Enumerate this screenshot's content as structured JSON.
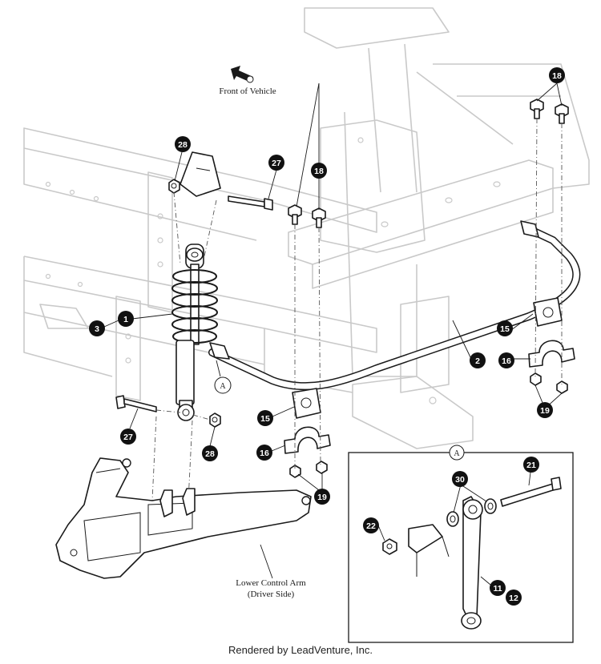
{
  "labels": {
    "front_of_vehicle": "Front of Vehicle",
    "lower_control_arm_line1": "Lower Control Arm",
    "lower_control_arm_line2": "(Driver Side)"
  },
  "detail_view": {
    "letter": "A"
  },
  "callouts": [
    "1",
    "2",
    "3",
    "11",
    "12",
    "15",
    "15",
    "16",
    "16",
    "18",
    "18",
    "18",
    "19",
    "19",
    "21",
    "22",
    "27",
    "27",
    "28",
    "28",
    "30"
  ],
  "footer": "Rendered by LeadVenture, Inc."
}
